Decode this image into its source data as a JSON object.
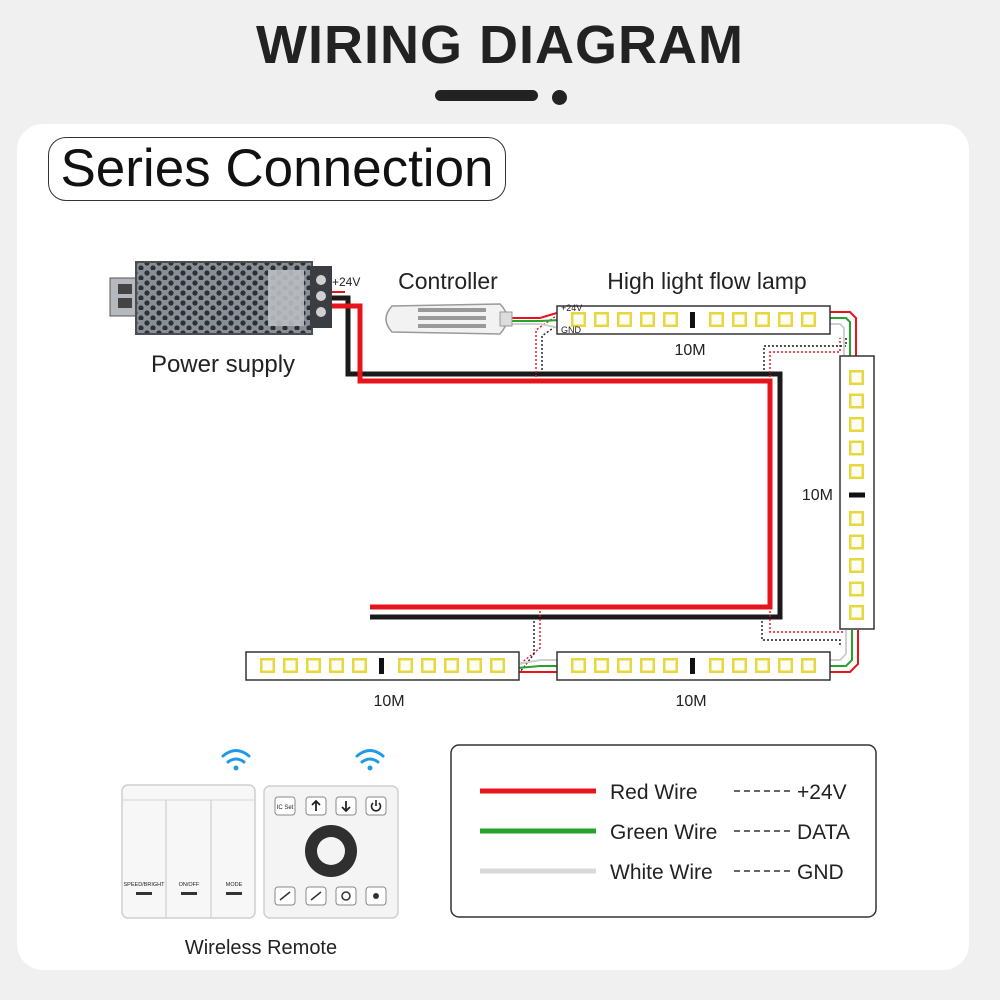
{
  "header": {
    "title": "WIRING DIAGRAM"
  },
  "section": {
    "title": "Series Connection"
  },
  "diagram": {
    "power_supply_label": "Power supply",
    "voltage_tag": "+24V",
    "controller_label": "Controller",
    "lamp_label": "High light flow lamp",
    "strip_positive": "+24V",
    "strip_ground": "GND",
    "segment_length": "10M",
    "remote_label": "Wireless Remote",
    "switch_buttons": [
      "SPEED/BRIGHT",
      "ON/OFF",
      "MODE"
    ],
    "panel_top_button": "IC Set"
  },
  "legend": {
    "items": [
      {
        "wire": "Red Wire",
        "signal": "+24V",
        "color": "#e8141b"
      },
      {
        "wire": "Green Wire",
        "signal": "DATA",
        "color": "#25a32b"
      },
      {
        "wire": "White Wire",
        "signal": "GND",
        "color": "#d9d9d9"
      }
    ]
  }
}
